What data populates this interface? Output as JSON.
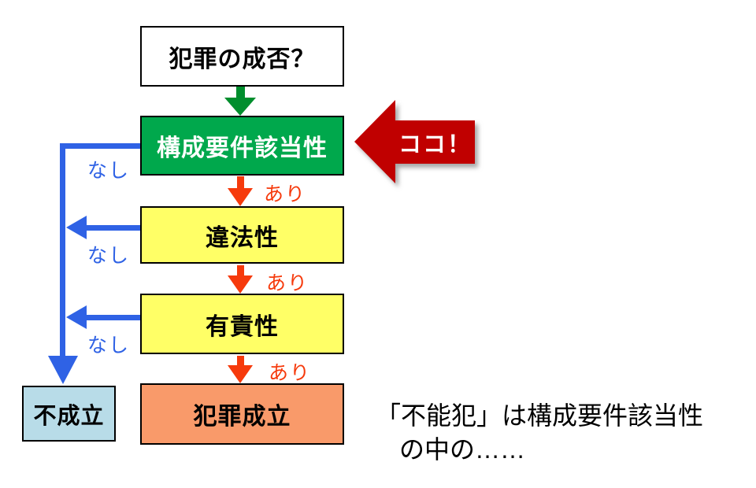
{
  "flow": {
    "question": {
      "label": "犯罪の成否？"
    },
    "stages": [
      {
        "label": "構成要件該当性"
      },
      {
        "label": "違法性"
      },
      {
        "label": "有責性"
      }
    ],
    "outcomes": {
      "crime": {
        "label": "犯罪成立"
      },
      "no_crime": {
        "label": "不成立"
      }
    },
    "edges": {
      "yes": "あり",
      "no": "なし"
    },
    "callout": {
      "label": "ココ！"
    },
    "note": {
      "line1": "「不能犯」は構成要件該当性",
      "line2": "の中の……"
    },
    "colors": {
      "stage_green": "#00A84C",
      "arrow_green": "#008E2D",
      "arrow_red": "#F63A0C",
      "callout_red": "#C00000",
      "flow_blue": "#2F62E5",
      "stage_yellow": "#FFFF66",
      "crime_orange": "#F99A6A",
      "no_crime_blue": "#B8DCE8"
    }
  }
}
